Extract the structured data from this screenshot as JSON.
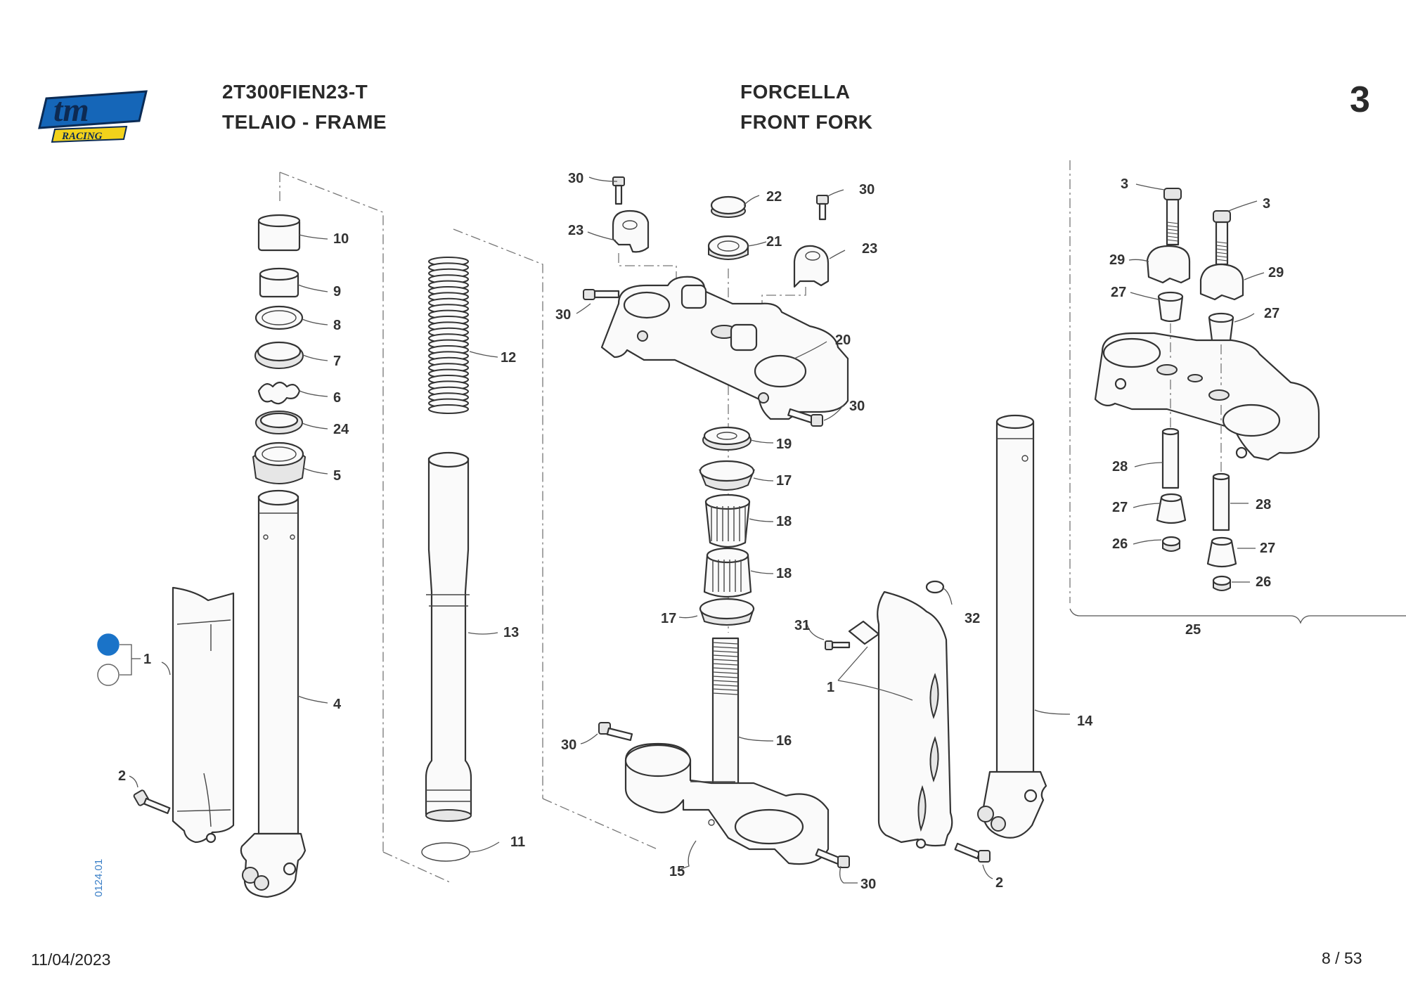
{
  "header": {
    "brand_logo_text": "tm RACING",
    "model_code": "2T300FIEN23-T",
    "section_name": "TELAIO - FRAME",
    "title_it": "FORCELLA",
    "title_en": "FRONT FORK",
    "page_index": "3"
  },
  "footer": {
    "date": "11/04/2023",
    "pagination": "8 / 53"
  },
  "drawing_ref": "0124.01",
  "color_options": [
    {
      "name": "blue",
      "color": "#1a73c8"
    },
    {
      "name": "white",
      "color": "#ffffff"
    }
  ],
  "callouts": {
    "c10": "10",
    "c9": "9",
    "c8": "8",
    "c7": "7",
    "c6": "6",
    "c24": "24",
    "c5": "5",
    "c4": "4",
    "c1a": "1",
    "c2a": "2",
    "c12": "12",
    "c13": "13",
    "c11": "11",
    "c30a": "30",
    "c22": "22",
    "c30b": "30",
    "c23a": "23",
    "c21": "21",
    "c23b": "23",
    "c30c": "30",
    "c20": "20",
    "c30d": "30",
    "c19": "19",
    "c17a": "17",
    "c18a": "18",
    "c18b": "18",
    "c17b": "17",
    "c16": "16",
    "c30e": "30",
    "c15": "15",
    "c30f": "30",
    "c31": "31",
    "c32": "32",
    "c1b": "1",
    "c14": "14",
    "c2b": "2",
    "k3a": "3",
    "k3b": "3",
    "k29a": "29",
    "k29b": "29",
    "k27a": "27",
    "k27b": "27",
    "k28a": "28",
    "k27c": "27",
    "k26a": "26",
    "k28b": "28",
    "k27d": "27",
    "k26b": "26",
    "k25": "25"
  }
}
